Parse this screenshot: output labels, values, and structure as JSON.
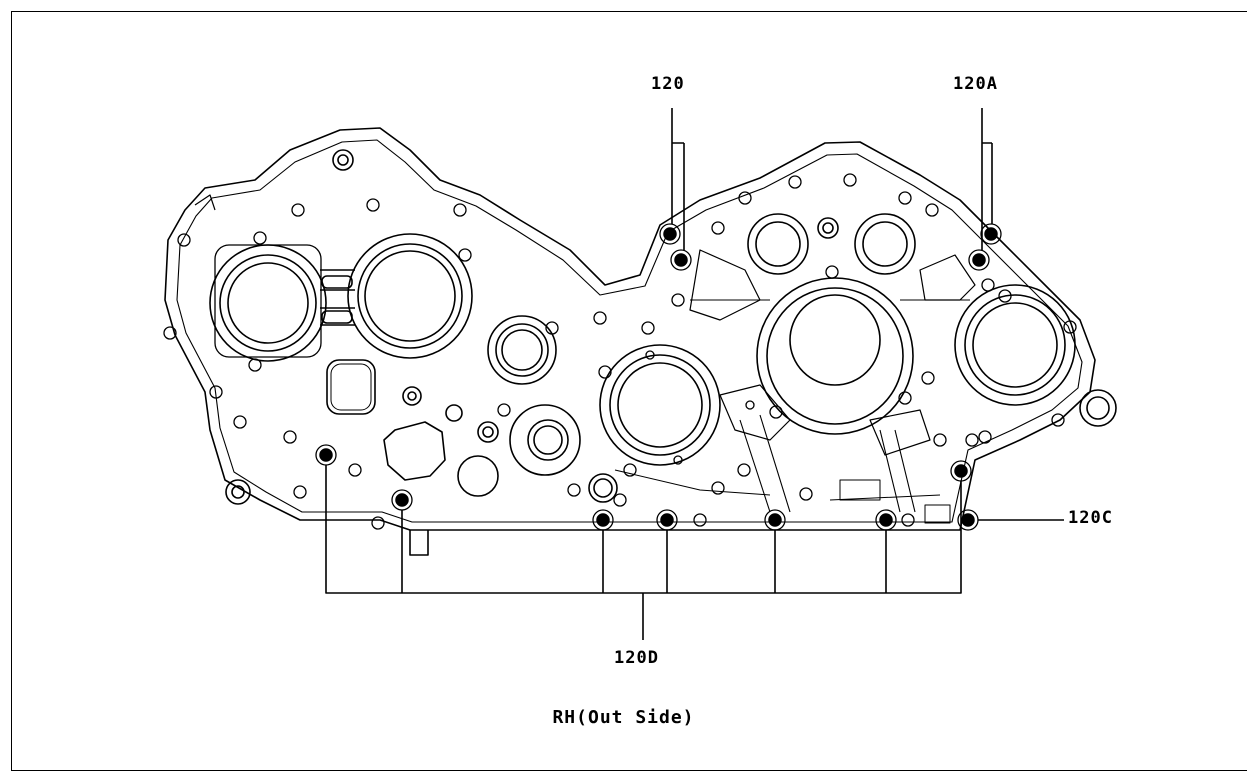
{
  "callouts": {
    "c120": "120",
    "c120a": "120A",
    "c120c": "120C",
    "c120d": "120D"
  },
  "caption": "RH(Out Side)",
  "colors": {
    "line": "#000000",
    "background": "#ffffff",
    "bolt_fill": "#000000"
  }
}
